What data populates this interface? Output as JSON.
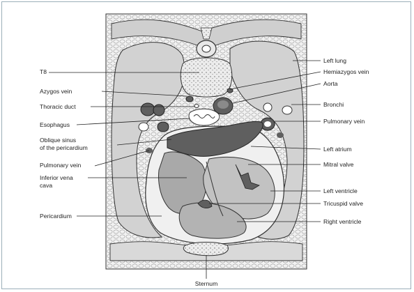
{
  "labels_left": [
    {
      "id": "t8",
      "text": "T8"
    },
    {
      "id": "azygos",
      "text": "Azygos vein"
    },
    {
      "id": "thoracic-duct",
      "text": "Thoracic duct"
    },
    {
      "id": "esophagus",
      "text": "Esophagus"
    },
    {
      "id": "oblique-sinus",
      "text": "Oblique sinus\nof the pericardium"
    },
    {
      "id": "pulmonary-vein-left",
      "text": "Pulmonary vein"
    },
    {
      "id": "ivc",
      "text": "Inferior vena\ncava"
    },
    {
      "id": "pericardium",
      "text": "Pericardium"
    }
  ],
  "labels_right": [
    {
      "id": "left-lung",
      "text": "Left lung"
    },
    {
      "id": "hemiazygos",
      "text": "Hemiazygos vein"
    },
    {
      "id": "aorta",
      "text": "Aorta"
    },
    {
      "id": "bronchi",
      "text": "Bronchi"
    },
    {
      "id": "pulmonary-vein-right",
      "text": "Pulmonary vein"
    },
    {
      "id": "left-atrium",
      "text": "Left atrium"
    },
    {
      "id": "mitral-valve",
      "text": "Mitral valve"
    },
    {
      "id": "left-ventricle",
      "text": "Left ventricle"
    },
    {
      "id": "tricuspid-valve",
      "text": "Tricuspid valve"
    },
    {
      "id": "right-ventricle",
      "text": "Right ventricle"
    }
  ],
  "label_bottom": {
    "id": "sternum",
    "text": "Sternum"
  },
  "colors": {
    "frame": "#9aaeb9",
    "outline": "#333333",
    "lung_fill": "#d4d4d4",
    "dark_structure": "#5f5f5f",
    "heart_fill": "#a9a9a9",
    "fat_fill": "#efefef",
    "bone_fill": "#e6e6e6"
  }
}
